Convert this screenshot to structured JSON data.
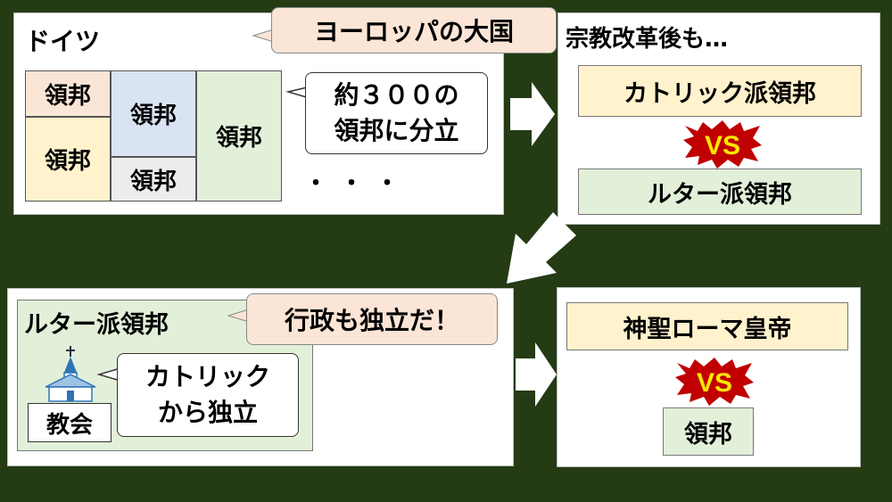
{
  "germany": {
    "title": "ドイツ",
    "tag": "ヨーロッパの大国",
    "territory_label": "領邦",
    "callout_line1": "約３００の",
    "callout_line2": "領邦に分立",
    "dots": "・・・"
  },
  "reformation": {
    "title": "宗教改革後も…",
    "catholic": "カトリック派領邦",
    "lutheran": "ルター派領邦",
    "vs": "VS"
  },
  "lutheran_panel": {
    "title": "ルター派領邦",
    "callout": "行政も独立だ！",
    "church_label": "教会",
    "church_callout_line1": "カトリック",
    "church_callout_line2": "から独立"
  },
  "empire_panel": {
    "emperor": "神聖ローマ皇帝",
    "vs": "VS",
    "territory": "領邦"
  },
  "colors": {
    "background": "#243b14",
    "peach": "#fbe5d6",
    "yellow": "#fff2cc",
    "blue": "#dae3f3",
    "gray": "#ededed",
    "green": "#e2f0d9",
    "vs_red": "#c00000",
    "vs_yellow": "#ffe600"
  }
}
